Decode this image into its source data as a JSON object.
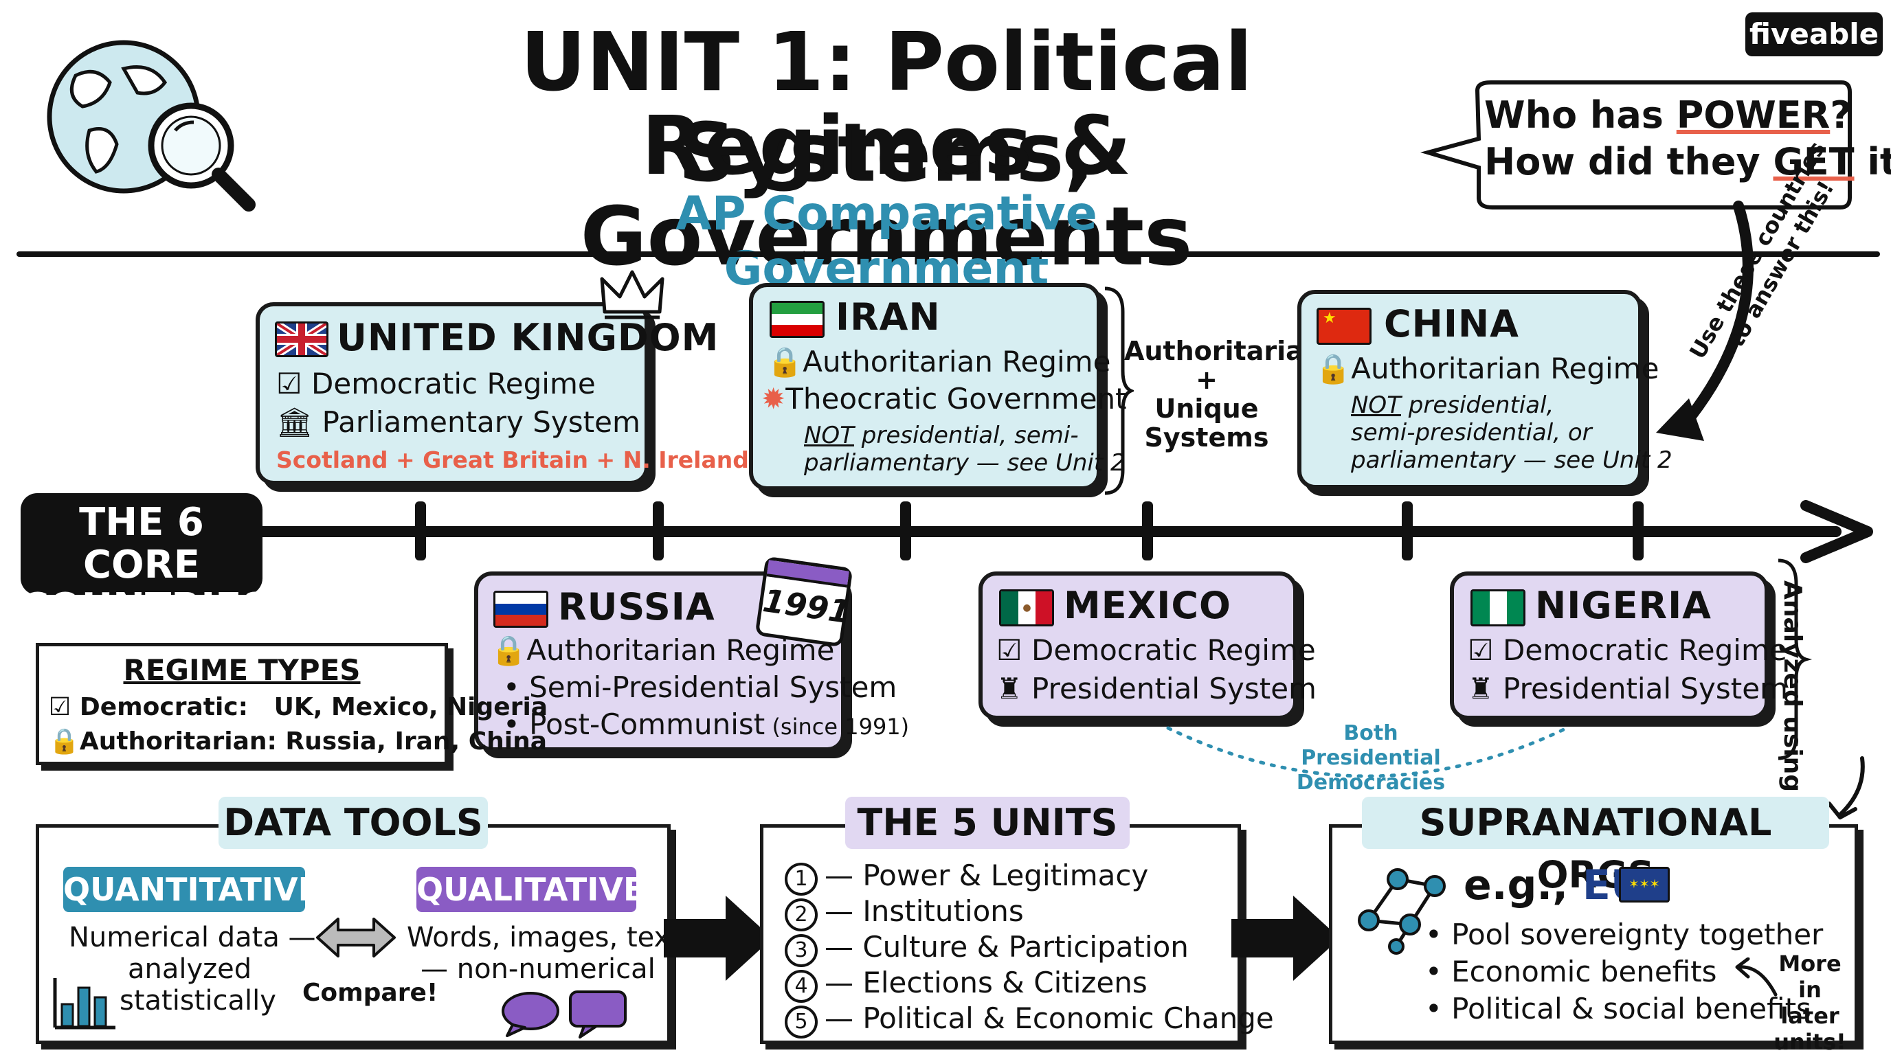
{
  "header": {
    "title_line1": "UNIT 1: Political Systems,",
    "title_line2": "Regimes & Governments",
    "subtitle": "AP Comparative Government",
    "brand": "fiveable",
    "bubble_line1_a": "Who has ",
    "bubble_line1_b": "POWER",
    "bubble_line1_c": "?",
    "bubble_line2_a": "How did they ",
    "bubble_line2_b": "GET",
    "bubble_line2_c": " it?",
    "side_note": "Use these countries to answer this!"
  },
  "timeline": {
    "label_line1": "THE 6 CORE",
    "label_line2": "COUNTRIES"
  },
  "countries": {
    "uk": {
      "name": "UNITED KINGDOM",
      "l1": "Democratic Regime",
      "l2": "Parliamentary System",
      "note": "Scotland + Great Britain + N. Ireland"
    },
    "iran": {
      "name": "IRAN",
      "l1": "Authoritarian Regime",
      "l2": "Theocratic Government",
      "n1_em": "NOT",
      "n1": " presidential, semi-",
      "n2": "parliamentary — see Unit 2"
    },
    "china": {
      "name": "CHINA",
      "l1": "Authoritarian Regime",
      "n1_em": "NOT",
      "n1": " presidential,",
      "n2": "semi-presidential, or",
      "n3": "parliamentary — see Unit 2"
    },
    "russia": {
      "name": "RUSSIA",
      "badge": "1991",
      "l1": "Authoritarian Regime",
      "l2": "• Semi-Presidential System",
      "l3": "• Post-Communist",
      "l3_small": " (since 1991)"
    },
    "mexico": {
      "name": "MEXICO",
      "l1": "Democratic Regime",
      "l2": "Presidential System"
    },
    "nigeria": {
      "name": "NIGERIA",
      "l1": "Democratic Regime",
      "l2": "Presidential System"
    }
  },
  "annotations": {
    "auth_l1": "Authoritarian",
    "auth_l2": "+",
    "auth_l3": "Unique",
    "auth_l4": "Systems",
    "both_l1": "Both Presidential",
    "both_l2": "Democracies",
    "analyzed": "Analyzed using"
  },
  "regime_types": {
    "title": "REGIME TYPES",
    "l1": "Democratic:   UK, Mexico, Nigeria",
    "l2": "Authoritarian: Russia, Iran, China"
  },
  "data_tools": {
    "title": "DATA TOOLS",
    "quant": "QUANTITATIVE",
    "qual": "QUALITATIVE",
    "q1": "Numerical data —",
    "q2": "analyzed",
    "q3": "statistically",
    "compare": "Compare!",
    "w1": "Words, images, text",
    "w2": "— non-numerical"
  },
  "units": {
    "title": "THE 5 UNITS",
    "items": [
      {
        "num": "1",
        "label": "— Power & Legitimacy"
      },
      {
        "num": "2",
        "label": "— Institutions"
      },
      {
        "num": "3",
        "label": "— Culture & Participation"
      },
      {
        "num": "4",
        "label": "— Elections & Citizens"
      },
      {
        "num": "5",
        "label": "— Political & Economic Change"
      }
    ]
  },
  "supra": {
    "title": "SUPRANATIONAL ORGS",
    "eg": "e.g., ",
    "eu": "EU",
    "b1": "• Pool sovereignty together",
    "b2": "• Economic benefits",
    "b3": "• Political & social benefits",
    "more1": "More in",
    "more2": "later",
    "more3": "units!"
  },
  "colors": {
    "card_blue": "#d7eef2",
    "card_purple": "#e1d8f2",
    "accent_blue": "#2f8fb0",
    "accent_purple": "#8a5cc4",
    "accent_red": "#e8604a"
  }
}
